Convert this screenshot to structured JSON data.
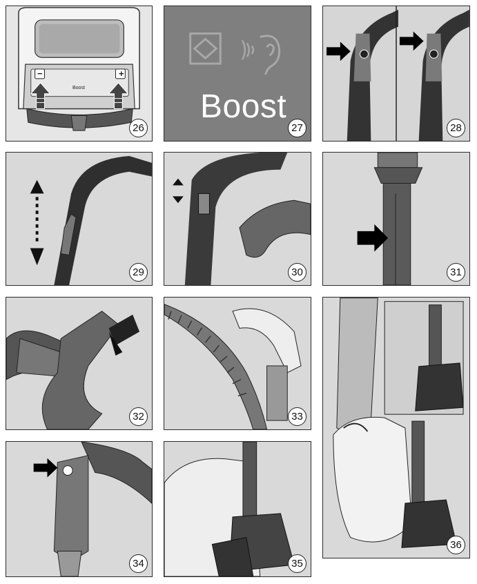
{
  "panels": [
    {
      "number": "26",
      "control_label": "Boost",
      "minus_symbol": "−",
      "plus_symbol": "+"
    },
    {
      "number": "27",
      "display_text": "Boost"
    },
    {
      "number": "28"
    },
    {
      "number": "29"
    },
    {
      "number": "30"
    },
    {
      "number": "31"
    },
    {
      "number": "32"
    },
    {
      "number": "33"
    },
    {
      "number": "34"
    },
    {
      "number": "35"
    },
    {
      "number": "36"
    }
  ]
}
